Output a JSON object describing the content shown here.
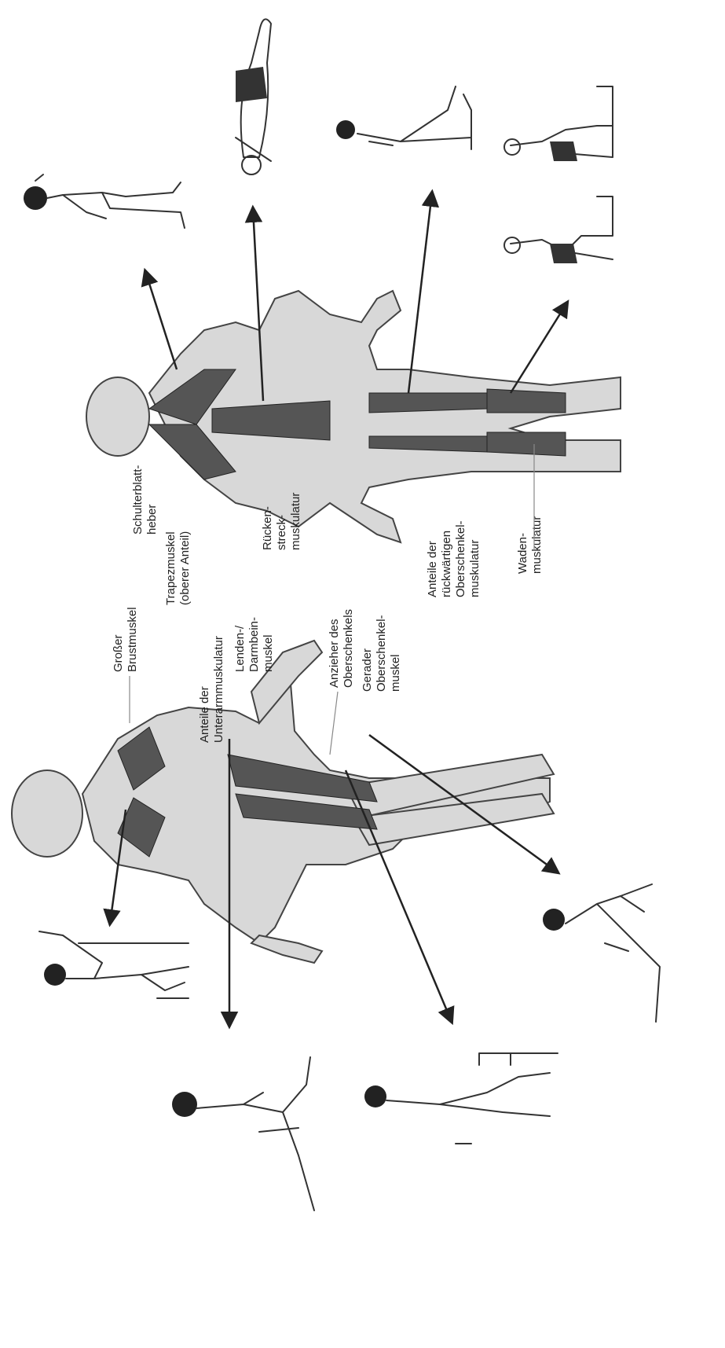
{
  "front_labels": {
    "brust": [
      "Großer",
      "Brustmuskel"
    ],
    "unterarm": [
      "Anteile der",
      "Unterarmmuskulatur"
    ],
    "lenden": [
      "Lenden-/",
      "Darmbein-",
      "muskel"
    ],
    "anzieher": [
      "Anzieher des",
      "Oberschenkels"
    ],
    "gerader": [
      "Gerader",
      "Oberschenkel-",
      "muskel"
    ]
  },
  "back_labels": {
    "schulter": [
      "Schulterblatt-",
      "heber"
    ],
    "trapez": [
      "Trapezmuskel",
      "(oberer Anteil)"
    ],
    "ruecken": [
      "Rücken-",
      "streck-",
      "muskulatur"
    ],
    "ober": [
      "Anteile der",
      "rückwärtigen",
      "Oberschenkel-",
      "muskulatur"
    ],
    "waden": [
      "Waden-",
      "muskulatur"
    ]
  },
  "colors": {
    "ink": "#222222",
    "skin": "#d8d8d8",
    "muscle": "#555555",
    "paper": "#ffffff"
  }
}
